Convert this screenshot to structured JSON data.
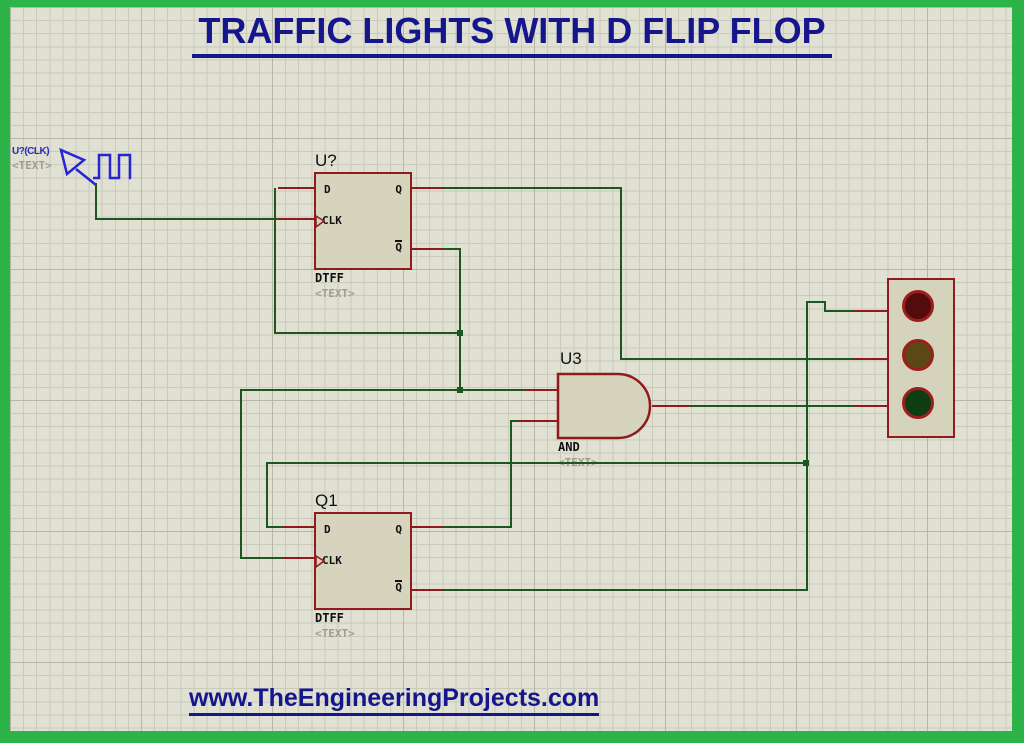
{
  "title": "TRAFFIC LIGHTS WITH D FLIP FLOP",
  "footer": {
    "url": "www.TheEngineeringProjects.com"
  },
  "clock": {
    "ref": "U?(CLK)",
    "text_placeholder": "<TEXT>"
  },
  "flipflop1": {
    "ref": "U?",
    "type": "DTFF",
    "text_placeholder": "<TEXT>",
    "pins": {
      "d": "D",
      "clk": "CLK",
      "q": "Q",
      "qbar": "Q"
    }
  },
  "flipflop2": {
    "ref": "Q1",
    "type": "DTFF",
    "text_placeholder": "<TEXT>",
    "pins": {
      "d": "D",
      "clk": "CLK",
      "q": "Q",
      "qbar": "Q"
    }
  },
  "gate": {
    "ref": "U3",
    "type": "AND",
    "text_placeholder": "<TEXT>"
  },
  "traffic_light": {
    "lamps": [
      "red",
      "yellow",
      "green"
    ],
    "red_color": "#530b0e",
    "yellow_color": "#5b4814",
    "green_color": "#0f3d12"
  },
  "colors": {
    "border_green": "#2db449",
    "sheet_background": "#e0e0d3",
    "grid_line": "#c9cabb",
    "wire_green": "#1d561f",
    "wire_red": "#8e1c1c",
    "component_fill": "#d6d4bd",
    "component_outline": "#8e1c1c",
    "title_blue": "#16168c",
    "clock_blue": "#2525d5",
    "placeholder_grey": "#9d9d92"
  }
}
